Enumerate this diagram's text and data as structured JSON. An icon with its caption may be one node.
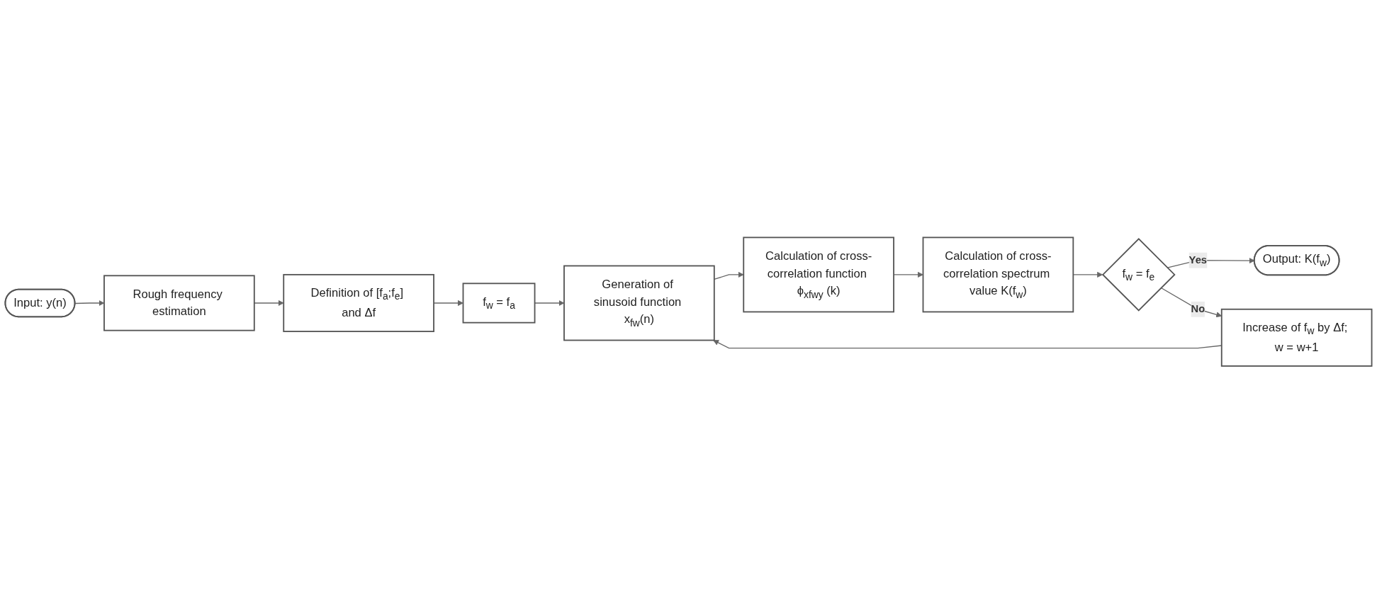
{
  "diagram": {
    "nodes": [
      {
        "text": [
          "Input: y(n)"
        ]
      },
      {
        "text": [
          "Rough frequency estimation"
        ]
      },
      {
        "text": [
          "Definition of [f$_{a}$;f$_{e}$] and Δf"
        ]
      },
      {
        "text": [
          "f$_{w}$ = f$_{a}$"
        ]
      },
      {
        "text": [
          "Generation of sinusoid function x$_{fw}$(n)"
        ]
      },
      {
        "text": [
          "Calculation of cross-correlation function ϕ$_{xfwy}$ (k)"
        ]
      },
      {
        "text": [
          "Calculation of cross-correlation spectrum value K(f$_{w}$)"
        ]
      },
      {
        "text": [
          "f$_{w}$ = f$_{e}$"
        ]
      },
      {
        "text": [
          "Output: K(f$_{w}$)"
        ]
      },
      {
        "text": [
          "Increase of f$_{w}$ by Δf; w = w+1"
        ]
      }
    ],
    "edges": [
      {
        "from": 0,
        "to": 1,
        "arrow": "to"
      },
      {
        "from": 1,
        "to": 2,
        "arrow": "to"
      },
      {
        "from": 2,
        "to": 3,
        "arrow": "to"
      },
      {
        "from": 3,
        "to": 4,
        "arrow": "to"
      },
      {
        "from": 4,
        "to": 5,
        "arrow": "to"
      },
      {
        "from": 5,
        "to": 6,
        "arrow": "to"
      },
      {
        "from": 6,
        "to": 7,
        "arrow": "to"
      },
      {
        "from": 7,
        "to": 8,
        "label": "Yes",
        "arrow": "to"
      },
      {
        "from": 7,
        "to": 9,
        "label": "No",
        "arrow": "to"
      },
      {
        "from": 9,
        "to": 4,
        "arrow": "to"
      }
    ]
  }
}
